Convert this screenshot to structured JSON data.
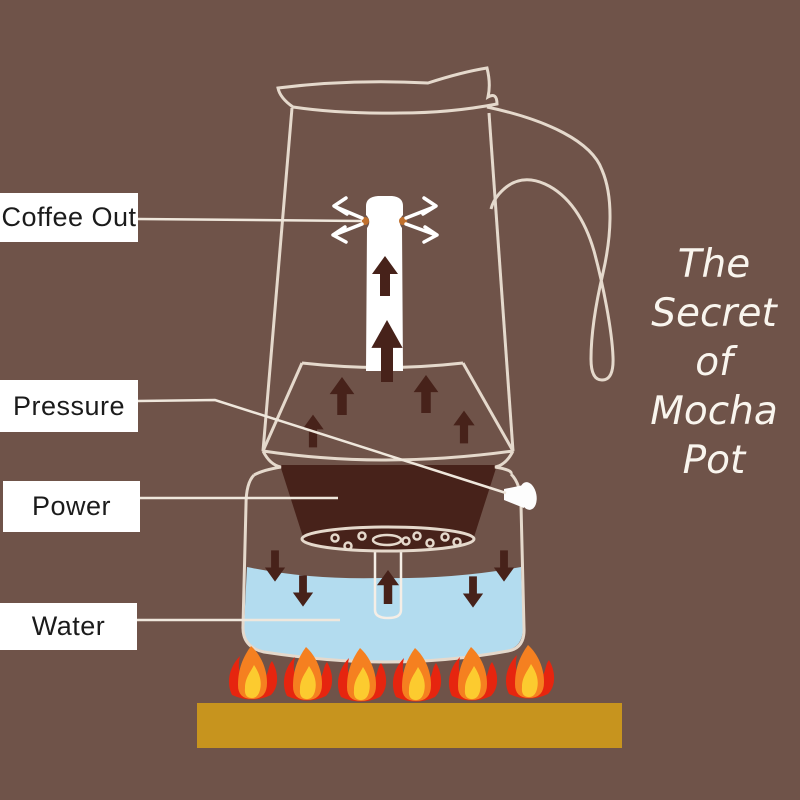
{
  "callout_labels": {
    "coffee_out": "Coffee Out",
    "pressure": "Pressure",
    "power": "Power",
    "water": "Water"
  },
  "side_title": {
    "lines": [
      "The",
      "Secret",
      "of",
      "Mocha",
      "Pot"
    ]
  },
  "colors": {
    "background": "#6F5349",
    "pot_outline": "#E5D9CC",
    "leader_line": "#EFE7DC",
    "dark_brown_coffee": "#47221A",
    "water_blue": "#B3DCEF",
    "spout_column_white": "#FFFFFF",
    "valve_white": "#FDFDFD",
    "stove_gold": "#C7941E",
    "flame_red": "#E6250F",
    "flame_orange": "#F58020",
    "flame_yellow": "#FCCB2F",
    "label_box_bg": "#FFFFFF",
    "label_text": "#1B1B1B",
    "title_text": "#F9F5EE",
    "spout_drip_orange": "#C0702E"
  },
  "icons": {
    "up_arrow_icon": "dark brown filled arrow pointing up (steam/coffee rising)",
    "down_arrow_icon": "dark brown filled arrow pointing down (heat pushing water)",
    "steam_arrow_icon": "white outline arrow spraying outward from spout",
    "flame_icon": "stylized red-orange-yellow fire flame",
    "safety_valve_icon": "white side knob (pressure valve) on pot",
    "moka_pot_outline": "cream line-art outline of a moka pot with lid, handle, funnel, basket and boiler"
  },
  "diagram": {
    "flame_count": 6,
    "sections_top_to_bottom": [
      "coffee out spout",
      "pressure chamber",
      "coffee powder basket",
      "water boiler",
      "flames",
      "stove base"
    ]
  }
}
